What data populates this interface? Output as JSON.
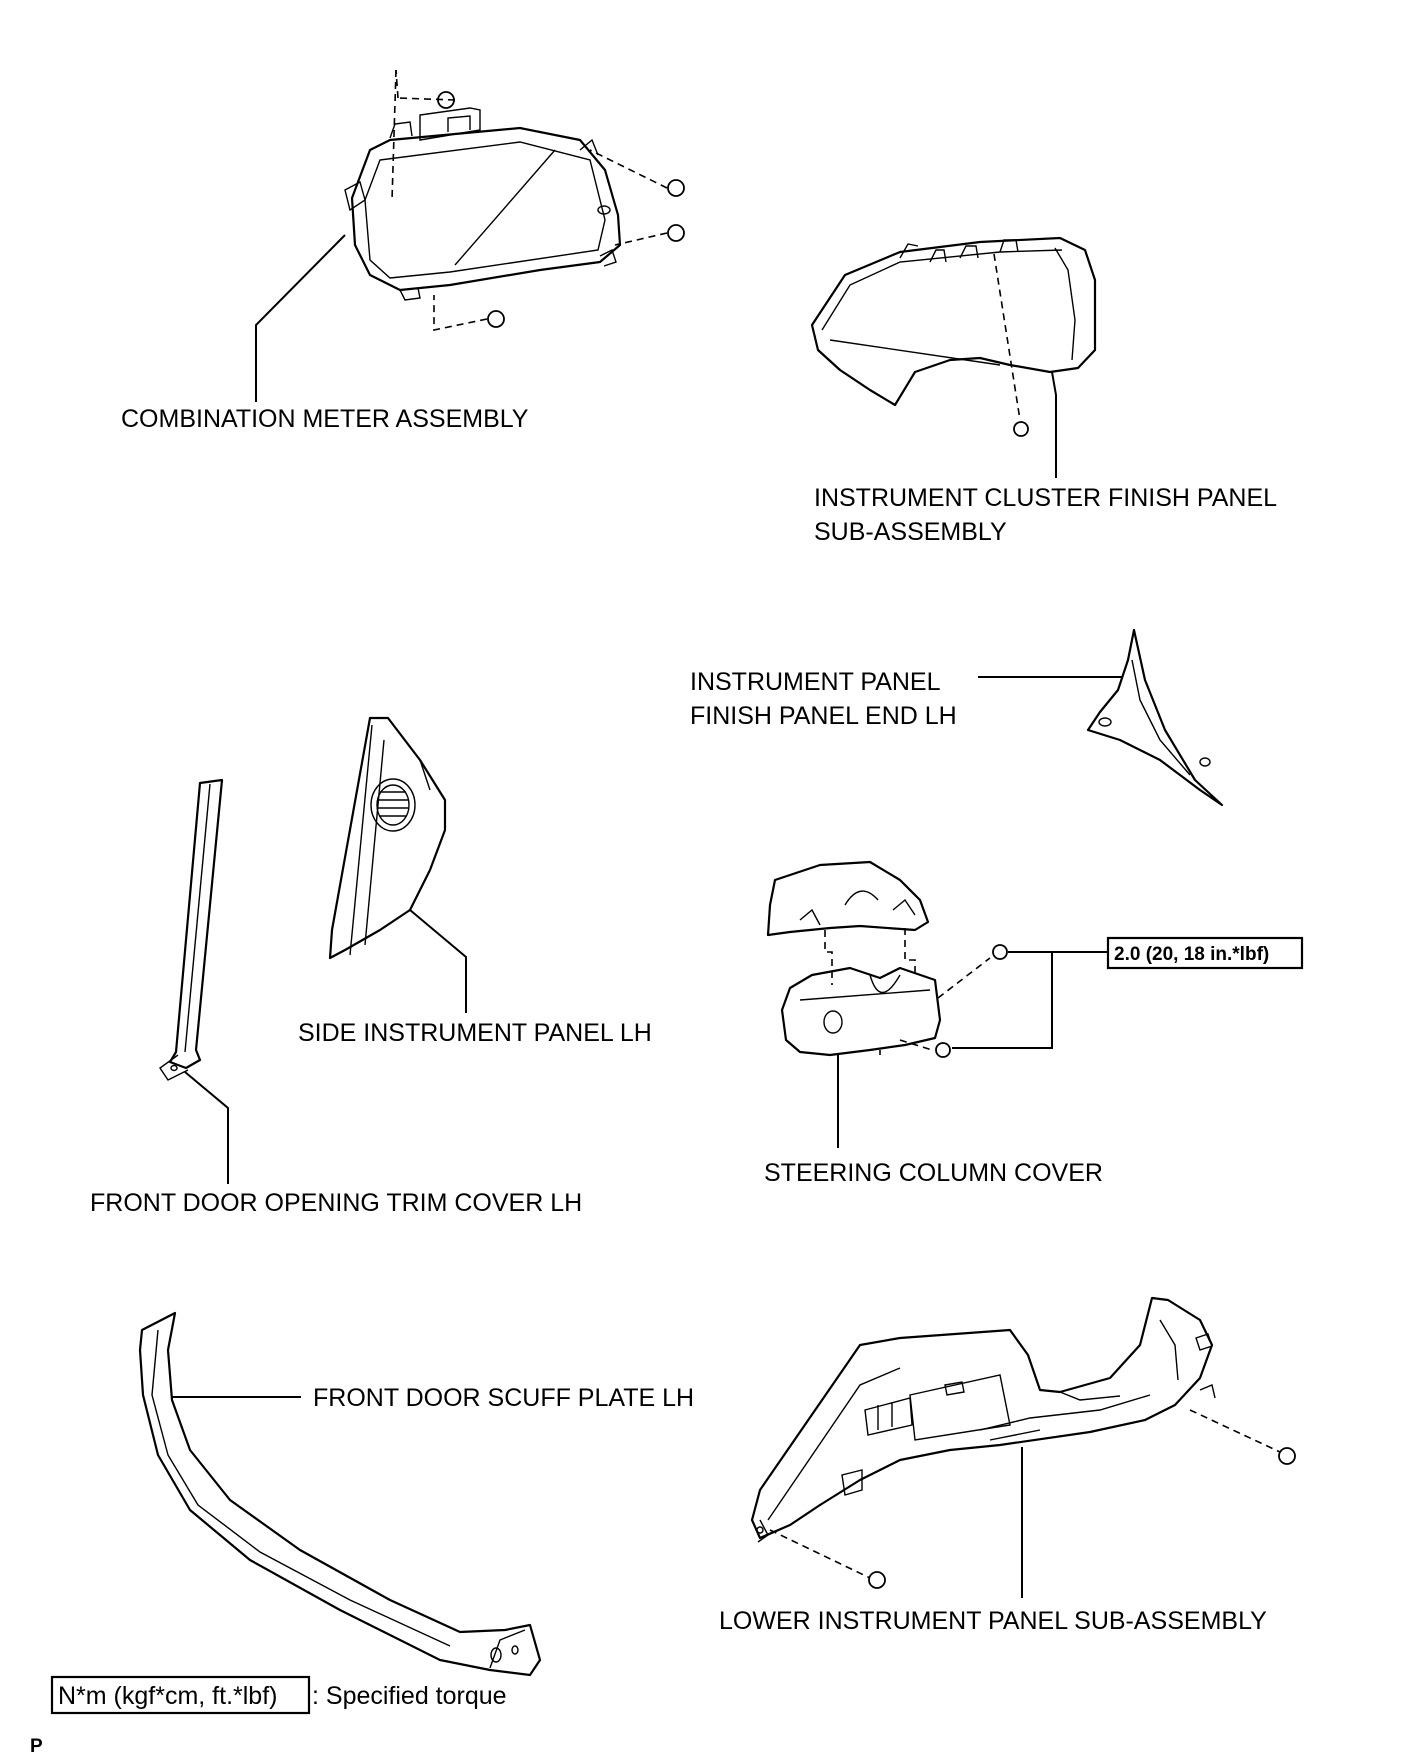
{
  "labels": {
    "combination_meter": "COMBINATION METER ASSEMBLY",
    "cluster_finish_line1": "INSTRUMENT CLUSTER FINISH PANEL",
    "cluster_finish_line2": "SUB-ASSEMBLY",
    "panel_end_line1": "INSTRUMENT PANEL",
    "panel_end_line2": "FINISH PANEL END LH",
    "side_panel": "SIDE INSTRUMENT PANEL LH",
    "door_trim": "FRONT DOOR OPENING TRIM COVER LH",
    "steering_cover": "STEERING COLUMN COVER",
    "scuff_plate": "FRONT DOOR SCUFF PLATE LH",
    "lower_panel": "LOWER INSTRUMENT PANEL SUB-ASSEMBLY"
  },
  "torque": {
    "value": "2.0 (20, 18 in.*lbf)"
  },
  "legend": {
    "units": "N*m (kgf*cm, ft.*lbf)",
    "description": ": Specified torque"
  },
  "corner_mark": "P"
}
